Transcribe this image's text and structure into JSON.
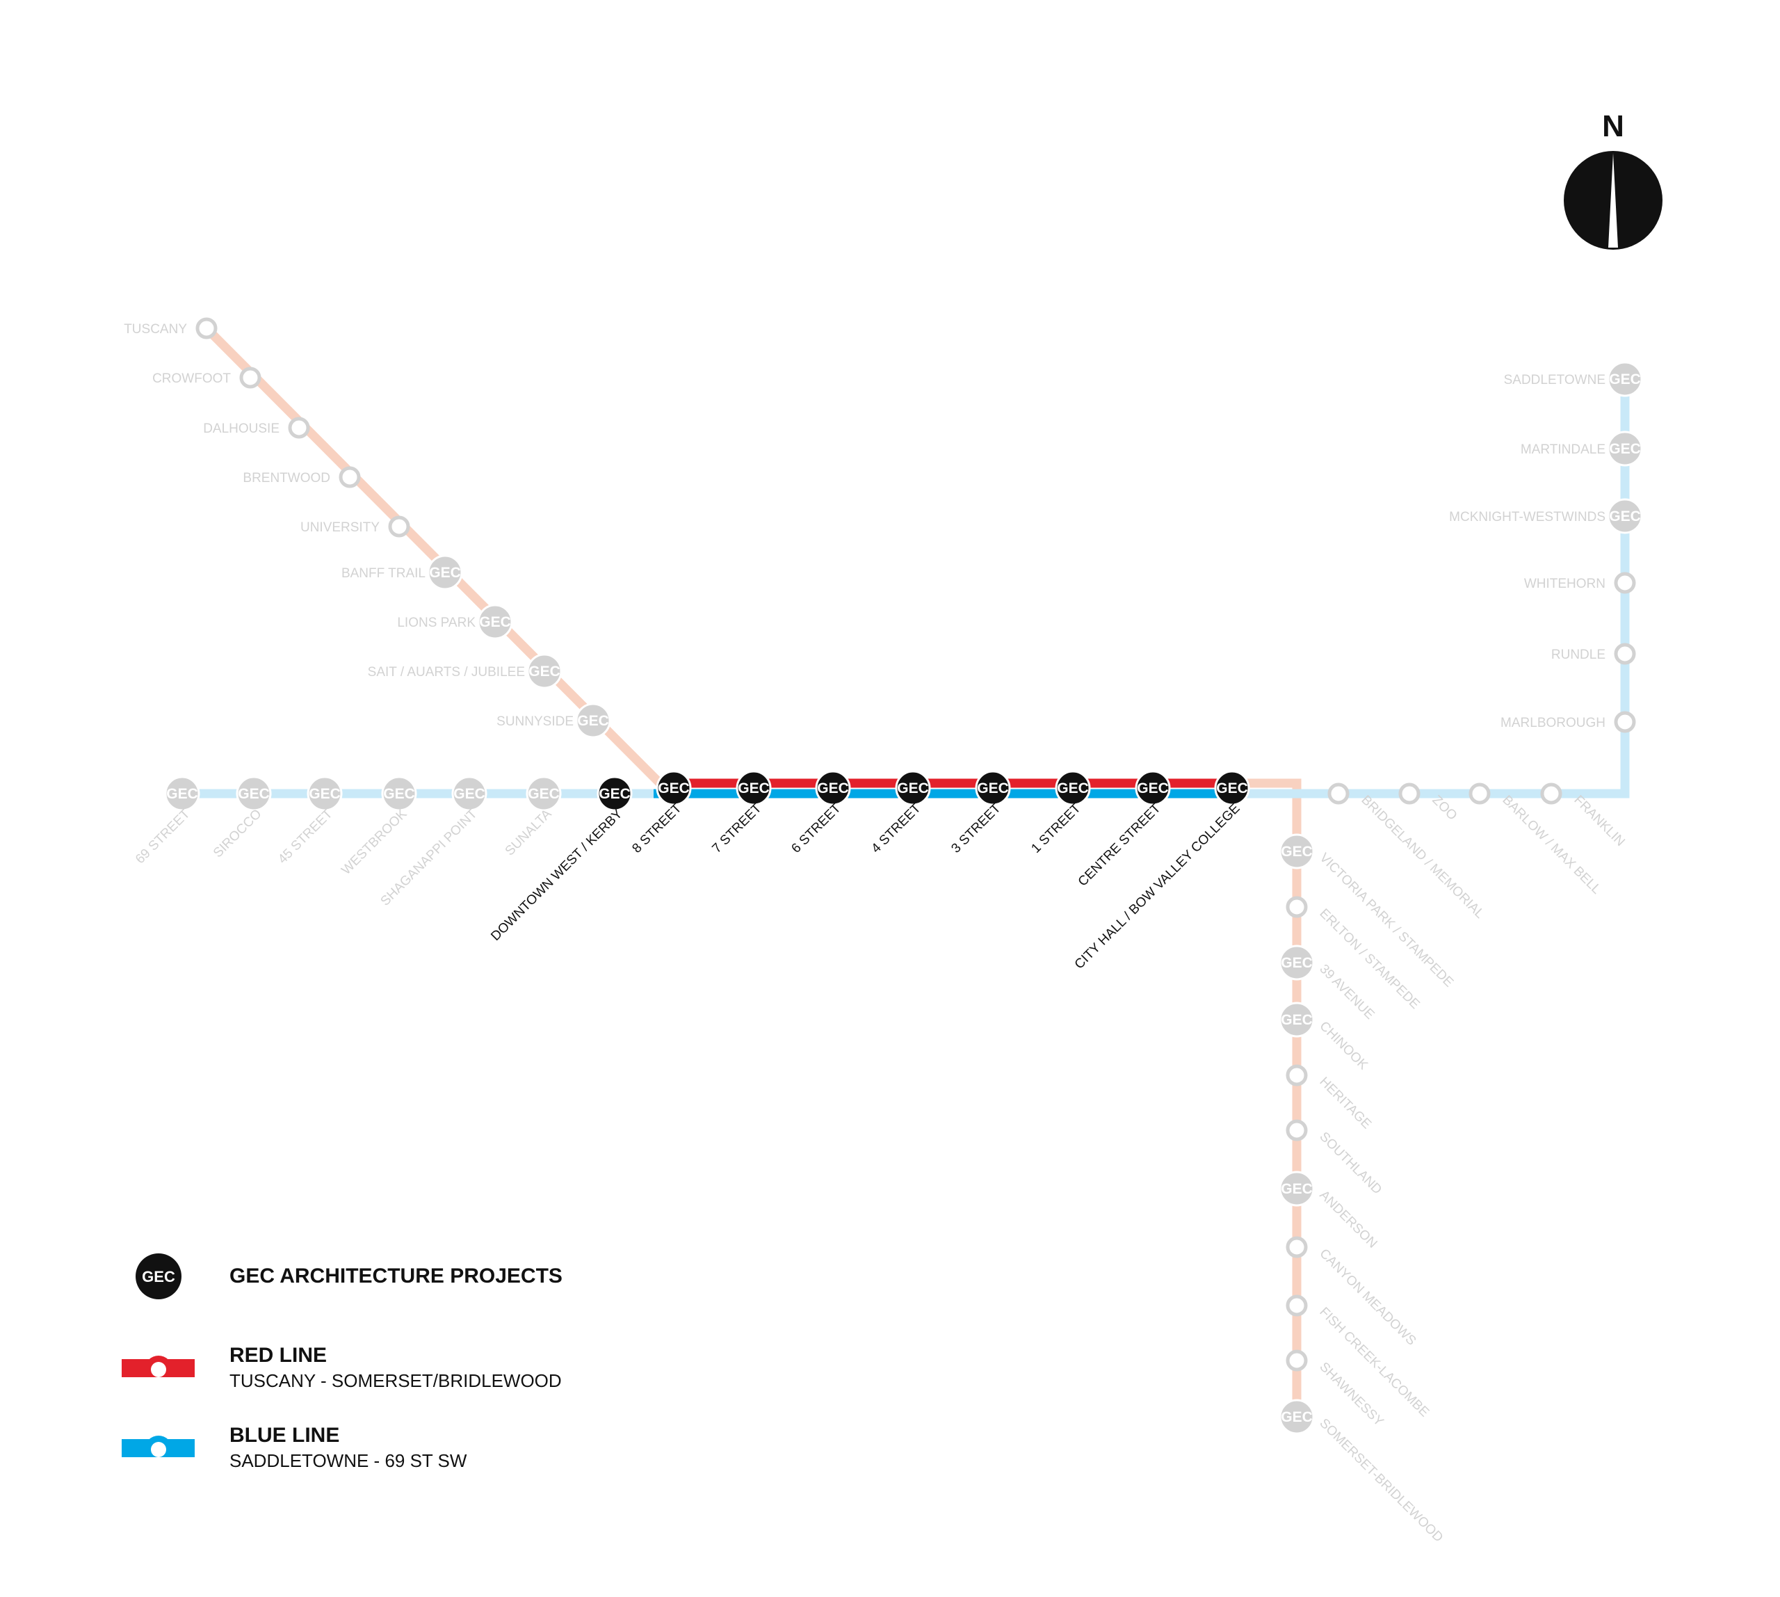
{
  "compass": {
    "letter": "N"
  },
  "badge_text": "GEC",
  "colors": {
    "red": "#e3212b",
    "blue": "#00a7e6",
    "red_faded": "#f8d1c0",
    "blue_faded": "#c9e9f8",
    "inactive": "#d2d2d2",
    "active": "#111111"
  },
  "legend": {
    "projects": {
      "title": "GEC ARCHITECTURE PROJECTS"
    },
    "red_line": {
      "title": "RED LINE",
      "subtitle": "TUSCANY - SOMERSET/BRIDLEWOOD"
    },
    "blue_line": {
      "title": "BLUE LINE",
      "subtitle": "SADDLETOWNE - 69 ST SW"
    }
  },
  "stations": {
    "red_nw": [
      {
        "name": "TUSCANY",
        "gec": false
      },
      {
        "name": "CROWFOOT",
        "gec": false
      },
      {
        "name": "DALHOUSIE",
        "gec": false
      },
      {
        "name": "BRENTWOOD",
        "gec": false
      },
      {
        "name": "UNIVERSITY",
        "gec": false
      },
      {
        "name": "BANFF TRAIL",
        "gec": true
      },
      {
        "name": "LIONS PARK",
        "gec": true
      },
      {
        "name": "SAIT / AUARTS / JUBILEE",
        "gec": true
      },
      {
        "name": "SUNNYSIDE",
        "gec": true
      }
    ],
    "blue_west": [
      {
        "name": "69 STREET",
        "gec": true
      },
      {
        "name": "SIROCCO",
        "gec": true
      },
      {
        "name": "45 STREET",
        "gec": true
      },
      {
        "name": "WESTBROOK",
        "gec": true
      },
      {
        "name": "SHAGANAPPI POINT",
        "gec": true
      },
      {
        "name": "SUNALTA",
        "gec": true
      },
      {
        "name": "DOWNTOWN WEST / KERBY",
        "gec": true,
        "active": true
      }
    ],
    "downtown": [
      {
        "name": "8 STREET"
      },
      {
        "name": "7 STREET"
      },
      {
        "name": "6 STREET"
      },
      {
        "name": "4 STREET"
      },
      {
        "name": "3 STREET"
      },
      {
        "name": "1 STREET"
      },
      {
        "name": "CENTRE STREET"
      },
      {
        "name": "CITY HALL / BOW VALLEY COLLEGE"
      }
    ],
    "blue_ne_east": [
      {
        "name": "BRIDGELAND / MEMORIAL",
        "gec": false
      },
      {
        "name": "ZOO",
        "gec": false
      },
      {
        "name": "BARLOW / MAX BELL",
        "gec": false
      },
      {
        "name": "FRANKLIN",
        "gec": false
      }
    ],
    "blue_ne_north": [
      {
        "name": "SADDLETOWNE",
        "gec": true
      },
      {
        "name": "MARTINDALE",
        "gec": true
      },
      {
        "name": "MCKNIGHT-WESTWINDS",
        "gec": true
      },
      {
        "name": "WHITEHORN",
        "gec": false
      },
      {
        "name": "RUNDLE",
        "gec": false
      },
      {
        "name": "MARLBOROUGH",
        "gec": false
      }
    ],
    "red_south": [
      {
        "name": "VICTORIA PARK / STAMPEDE",
        "gec": true
      },
      {
        "name": "ERLTON / STAMPEDE",
        "gec": false
      },
      {
        "name": "39 AVENUE",
        "gec": true
      },
      {
        "name": "CHINOOK",
        "gec": true
      },
      {
        "name": "HERITAGE",
        "gec": false
      },
      {
        "name": "SOUTHLAND",
        "gec": false
      },
      {
        "name": "ANDERSON",
        "gec": true
      },
      {
        "name": "CANYON MEADOWS",
        "gec": false
      },
      {
        "name": "FISH CREEK-LACOMBE",
        "gec": false
      },
      {
        "name": "SHAWNESSY",
        "gec": false
      },
      {
        "name": "SOMERSET-BRIDLEWOOD",
        "gec": true
      }
    ]
  }
}
